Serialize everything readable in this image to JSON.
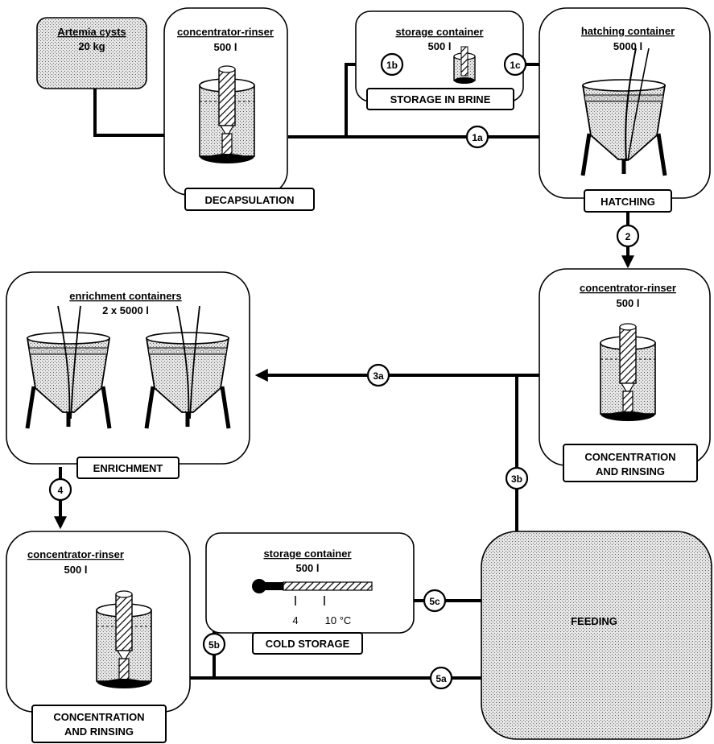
{
  "nodes": {
    "cysts": {
      "title": "Artemia cysts",
      "volume": "20 kg"
    },
    "decap": {
      "title": "concentrator-rinser",
      "volume": "500 l",
      "label": "DECAPSULATION"
    },
    "brine": {
      "title": "storage container",
      "volume": "500 l",
      "label": "STORAGE IN BRINE"
    },
    "hatch": {
      "title": "hatching container",
      "volume": "5000 l",
      "label": "HATCHING"
    },
    "rinse1": {
      "title": "concentrator-rinser",
      "volume": "500 l",
      "label_line1": "CONCENTRATION",
      "label_line2": "AND RINSING"
    },
    "enrich": {
      "title": "enrichment containers",
      "volume": "2 x 5000 l",
      "label": "ENRICHMENT"
    },
    "rinse2": {
      "title": "concentrator-rinser",
      "volume": "500 l",
      "label_line1": "CONCENTRATION",
      "label_line2": "AND RINSING"
    },
    "cold": {
      "title": "storage container",
      "volume": "500 l",
      "label": "COLD STORAGE",
      "temp_low": "4",
      "temp_high": "10 °C"
    },
    "feeding": {
      "label": "FEEDING"
    }
  },
  "steps": {
    "s1a": "1a",
    "s1b": "1b",
    "s1c": "1c",
    "s2": "2",
    "s3a": "3a",
    "s3b": "3b",
    "s4": "4",
    "s5a": "5a",
    "s5b": "5b",
    "s5c": "5c"
  }
}
